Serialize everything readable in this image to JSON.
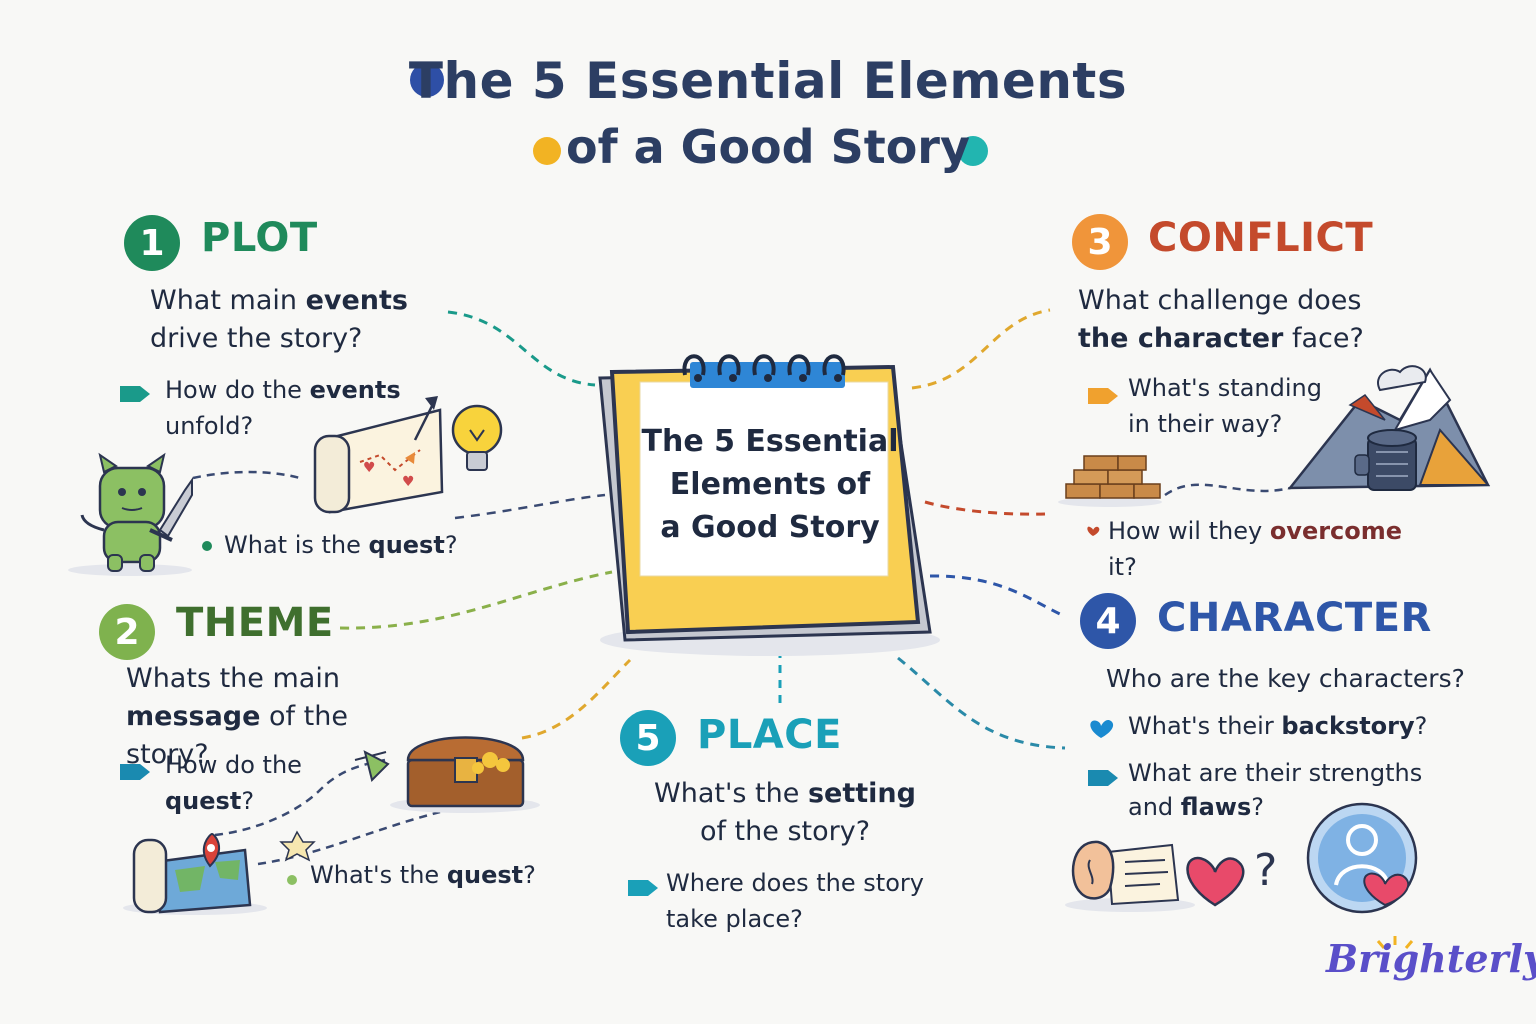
{
  "title": {
    "line1": "The 5 Essential Elements",
    "line2": "of a Good Story"
  },
  "center_card": {
    "line1": "The 5 Essential",
    "line2": "Elements of",
    "line3": "a Good Story"
  },
  "colors": {
    "plot": "#1f8a5b",
    "theme": "#4f8a3c",
    "conflict": "#c44a2c",
    "conflict_badge": "#f0953a",
    "character": "#2e56a8",
    "place": "#1aa0b8",
    "notepad": "#f9cf52",
    "rings": "#2e86d6",
    "title": "#2c3e63"
  },
  "elements": {
    "plot": {
      "number": "1",
      "title": "PLOT",
      "question": {
        "pre": "What main ",
        "bold": "events",
        "post": " drive the story?"
      },
      "sub1": {
        "pre": "How do the ",
        "bold": "events",
        "post": " unfold?"
      },
      "sub2": {
        "pre": "What is the ",
        "bold": "quest",
        "post": "?"
      }
    },
    "theme": {
      "number": "2",
      "title": "THEME",
      "question": {
        "pre": "Whats the main ",
        "bold": "message",
        "post": " of the story?"
      },
      "sub1": {
        "pre": "How do the ",
        "bold": "quest",
        "post": "?"
      },
      "sub2": {
        "pre": "What's the ",
        "bold": "quest",
        "post": "?"
      }
    },
    "conflict": {
      "number": "3",
      "title": "CONFLICT",
      "question": {
        "pre": "What challenge does ",
        "bold": "the character",
        "post": " face?"
      },
      "sub1": {
        "text": "What's standing in their way?"
      },
      "sub2": {
        "pre": "How wil they ",
        "bold": "overcome",
        "post": " it?"
      }
    },
    "character": {
      "number": "4",
      "title": "CHARACTER",
      "question": {
        "text": "Who are the key characters?"
      },
      "sub1": {
        "pre": "What's their ",
        "bold": "backstory",
        "post": "?"
      },
      "sub2": {
        "pre": "What are their strengths and ",
        "bold": "flaws",
        "post": "?"
      }
    },
    "place": {
      "number": "5",
      "title": "PLACE",
      "question": {
        "pre": "What's the ",
        "bold": "setting",
        "post": " of the story?"
      },
      "sub1": {
        "text": "Where does the story take place?"
      }
    }
  },
  "icons": [
    "green-monster-icon",
    "sword-icon",
    "treasure-map-icon",
    "lightbulb-icon",
    "bricks-icon",
    "mountain-icon",
    "robot-icon",
    "treasure-chest-icon",
    "world-map-icon",
    "star-icon",
    "ear-icon",
    "heart-icon",
    "avatar-icon"
  ],
  "brand": "Brighterly"
}
